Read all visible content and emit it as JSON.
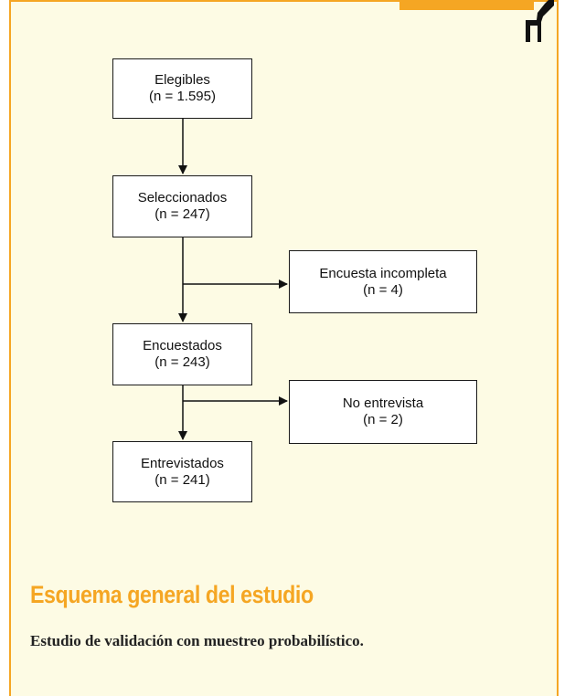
{
  "flowchart": {
    "nodes": [
      {
        "id": "elegibles",
        "label": "Elegibles",
        "count": "(n = 1.595)"
      },
      {
        "id": "seleccionados",
        "label": "Seleccionados",
        "count": "(n = 247)"
      },
      {
        "id": "encuesta_incompleta",
        "label": "Encuesta incompleta",
        "count": "(n = 4)"
      },
      {
        "id": "encuestados",
        "label": "Encuestados",
        "count": "(n = 243)"
      },
      {
        "id": "no_entrevista",
        "label": "No entrevista",
        "count": "(n = 2)"
      },
      {
        "id": "entrevistados",
        "label": "Entrevistados",
        "count": "(n = 241)"
      }
    ],
    "edges": [
      {
        "from": "elegibles",
        "to": "seleccionados"
      },
      {
        "from": "seleccionados",
        "to": "encuestados"
      },
      {
        "from": "seleccionados",
        "to": "encuesta_incompleta"
      },
      {
        "from": "encuestados",
        "to": "entrevistados"
      },
      {
        "from": "encuestados",
        "to": "no_entrevista"
      }
    ]
  },
  "caption": {
    "title": "Esquema general del estudio",
    "subtitle": "Estudio de validación con muestreo probabilístico."
  },
  "colors": {
    "accent": "#f5a623",
    "background": "#fdfbe4",
    "box_border": "#1a1a1a"
  }
}
